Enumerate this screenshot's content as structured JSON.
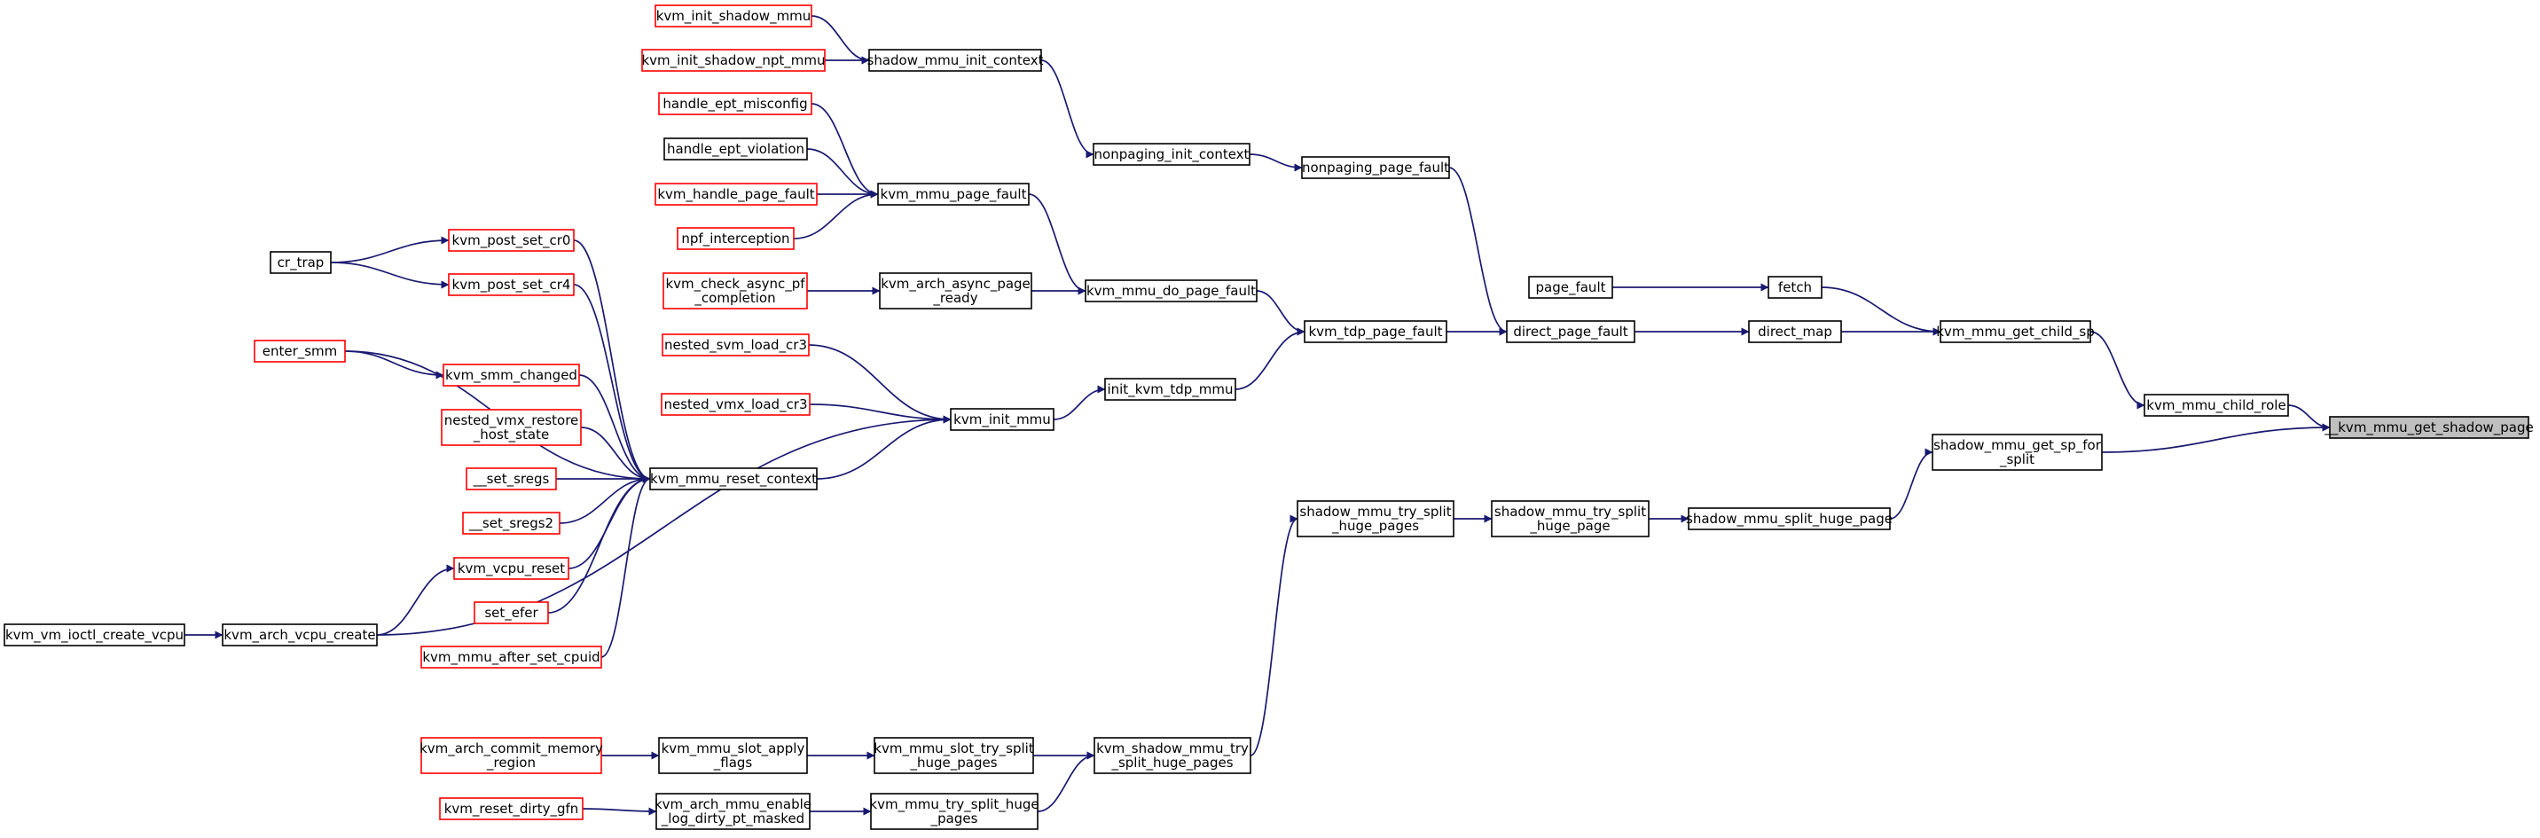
{
  "colors": {
    "edge": "#191970",
    "external_border": "#ff0000",
    "internal_border": "#000000",
    "focus_fill": "#bfbfbf",
    "node_fill": "#ffffff"
  },
  "nodes": [
    {
      "id": "get_shadow_page",
      "lines": [
        "__kvm_mmu_get_shadow_page"
      ],
      "kind": "focus"
    },
    {
      "id": "child_role",
      "lines": [
        "kvm_mmu_child_role"
      ],
      "kind": "internal"
    },
    {
      "id": "get_sp_for_split",
      "lines": [
        "shadow_mmu_get_sp_for",
        "_split"
      ],
      "kind": "internal"
    },
    {
      "id": "get_child_sp",
      "lines": [
        "kvm_mmu_get_child_sp"
      ],
      "kind": "internal"
    },
    {
      "id": "fetch",
      "lines": [
        "fetch"
      ],
      "kind": "internal"
    },
    {
      "id": "page_fault",
      "lines": [
        "page_fault"
      ],
      "kind": "internal"
    },
    {
      "id": "direct_map",
      "lines": [
        "direct_map"
      ],
      "kind": "internal"
    },
    {
      "id": "direct_page_fault",
      "lines": [
        "direct_page_fault"
      ],
      "kind": "internal"
    },
    {
      "id": "nonpaging_page_fault",
      "lines": [
        "nonpaging_page_fault"
      ],
      "kind": "internal"
    },
    {
      "id": "tdp_page_fault",
      "lines": [
        "kvm_tdp_page_fault"
      ],
      "kind": "internal"
    },
    {
      "id": "nonpaging_init_context",
      "lines": [
        "nonpaging_init_context"
      ],
      "kind": "internal"
    },
    {
      "id": "shadow_mmu_init_context",
      "lines": [
        "shadow_mmu_init_context"
      ],
      "kind": "internal"
    },
    {
      "id": "init_shadow_mmu",
      "lines": [
        "kvm_init_shadow_mmu"
      ],
      "kind": "external"
    },
    {
      "id": "init_shadow_npt_mmu",
      "lines": [
        "kvm_init_shadow_npt_mmu"
      ],
      "kind": "external"
    },
    {
      "id": "mmu_do_page_fault",
      "lines": [
        "kvm_mmu_do_page_fault"
      ],
      "kind": "internal"
    },
    {
      "id": "mmu_page_fault",
      "lines": [
        "kvm_mmu_page_fault"
      ],
      "kind": "internal"
    },
    {
      "id": "handle_ept_misconfig",
      "lines": [
        "handle_ept_misconfig"
      ],
      "kind": "external"
    },
    {
      "id": "handle_ept_violation",
      "lines": [
        "handle_ept_violation"
      ],
      "kind": "internal"
    },
    {
      "id": "handle_page_fault",
      "lines": [
        "kvm_handle_page_fault"
      ],
      "kind": "external"
    },
    {
      "id": "npf_interception",
      "lines": [
        "npf_interception"
      ],
      "kind": "external"
    },
    {
      "id": "arch_async_page_ready",
      "lines": [
        "kvm_arch_async_page",
        "_ready"
      ],
      "kind": "internal"
    },
    {
      "id": "check_async_pf",
      "lines": [
        "kvm_check_async_pf",
        "_completion"
      ],
      "kind": "external"
    },
    {
      "id": "init_kvm_tdp_mmu",
      "lines": [
        "init_kvm_tdp_mmu"
      ],
      "kind": "internal"
    },
    {
      "id": "init_mmu",
      "lines": [
        "kvm_init_mmu"
      ],
      "kind": "internal"
    },
    {
      "id": "nested_svm_load_cr3",
      "lines": [
        "nested_svm_load_cr3"
      ],
      "kind": "external"
    },
    {
      "id": "nested_vmx_load_cr3",
      "lines": [
        "nested_vmx_load_cr3"
      ],
      "kind": "external"
    },
    {
      "id": "mmu_reset_context",
      "lines": [
        "kvm_mmu_reset_context"
      ],
      "kind": "internal"
    },
    {
      "id": "post_set_cr0",
      "lines": [
        "kvm_post_set_cr0"
      ],
      "kind": "external"
    },
    {
      "id": "post_set_cr4",
      "lines": [
        "kvm_post_set_cr4"
      ],
      "kind": "external"
    },
    {
      "id": "cr_trap",
      "lines": [
        "cr_trap"
      ],
      "kind": "internal"
    },
    {
      "id": "enter_smm",
      "lines": [
        "enter_smm"
      ],
      "kind": "external"
    },
    {
      "id": "smm_changed",
      "lines": [
        "kvm_smm_changed"
      ],
      "kind": "external"
    },
    {
      "id": "nested_vmx_restore",
      "lines": [
        "nested_vmx_restore",
        "_host_state"
      ],
      "kind": "external"
    },
    {
      "id": "set_sregs",
      "lines": [
        "__set_sregs"
      ],
      "kind": "external"
    },
    {
      "id": "set_sregs2",
      "lines": [
        "__set_sregs2"
      ],
      "kind": "external"
    },
    {
      "id": "vcpu_reset",
      "lines": [
        "kvm_vcpu_reset"
      ],
      "kind": "external"
    },
    {
      "id": "set_efer",
      "lines": [
        "set_efer"
      ],
      "kind": "external"
    },
    {
      "id": "after_set_cpuid",
      "lines": [
        "kvm_mmu_after_set_cpuid"
      ],
      "kind": "external"
    },
    {
      "id": "arch_vcpu_create",
      "lines": [
        "kvm_arch_vcpu_create"
      ],
      "kind": "internal"
    },
    {
      "id": "vm_ioctl_create_vcpu",
      "lines": [
        "kvm_vm_ioctl_create_vcpu"
      ],
      "kind": "internal"
    },
    {
      "id": "split_huge_page",
      "lines": [
        "shadow_mmu_split_huge_page"
      ],
      "kind": "internal"
    },
    {
      "id": "try_split_huge_page",
      "lines": [
        "shadow_mmu_try_split",
        "_huge_page"
      ],
      "kind": "internal"
    },
    {
      "id": "try_split_huge_pages",
      "lines": [
        "shadow_mmu_try_split",
        "_huge_pages"
      ],
      "kind": "internal"
    },
    {
      "id": "shadow_mmu_try_split_huge_pages",
      "lines": [
        "kvm_shadow_mmu_try",
        "_split_huge_pages"
      ],
      "kind": "internal"
    },
    {
      "id": "slot_try_split",
      "lines": [
        "kvm_mmu_slot_try_split",
        "_huge_pages"
      ],
      "kind": "internal"
    },
    {
      "id": "try_split_huge_pages2",
      "lines": [
        "kvm_mmu_try_split_huge",
        "_pages"
      ],
      "kind": "internal"
    },
    {
      "id": "slot_apply_flags",
      "lines": [
        "kvm_mmu_slot_apply",
        "_flags"
      ],
      "kind": "internal"
    },
    {
      "id": "commit_memory_region",
      "lines": [
        "kvm_arch_commit_memory",
        "_region"
      ],
      "kind": "external"
    },
    {
      "id": "arch_mmu_enable_log",
      "lines": [
        "kvm_arch_mmu_enable",
        "_log_dirty_pt_masked"
      ],
      "kind": "internal"
    },
    {
      "id": "reset_dirty_gfn",
      "lines": [
        "kvm_reset_dirty_gfn"
      ],
      "kind": "external"
    }
  ],
  "edges": [
    [
      "child_role",
      "get_shadow_page"
    ],
    [
      "get_sp_for_split",
      "get_shadow_page"
    ],
    [
      "get_child_sp",
      "child_role"
    ],
    [
      "fetch",
      "get_child_sp"
    ],
    [
      "direct_map",
      "get_child_sp"
    ],
    [
      "page_fault",
      "fetch"
    ],
    [
      "direct_page_fault",
      "direct_map"
    ],
    [
      "nonpaging_page_fault",
      "direct_page_fault"
    ],
    [
      "tdp_page_fault",
      "direct_page_fault"
    ],
    [
      "nonpaging_init_context",
      "nonpaging_page_fault"
    ],
    [
      "shadow_mmu_init_context",
      "nonpaging_init_context"
    ],
    [
      "init_shadow_mmu",
      "shadow_mmu_init_context"
    ],
    [
      "init_shadow_npt_mmu",
      "shadow_mmu_init_context"
    ],
    [
      "mmu_do_page_fault",
      "tdp_page_fault"
    ],
    [
      "init_kvm_tdp_mmu",
      "tdp_page_fault"
    ],
    [
      "mmu_page_fault",
      "mmu_do_page_fault"
    ],
    [
      "arch_async_page_ready",
      "mmu_do_page_fault"
    ],
    [
      "handle_ept_misconfig",
      "mmu_page_fault"
    ],
    [
      "handle_ept_violation",
      "mmu_page_fault"
    ],
    [
      "handle_page_fault",
      "mmu_page_fault"
    ],
    [
      "npf_interception",
      "mmu_page_fault"
    ],
    [
      "check_async_pf",
      "arch_async_page_ready"
    ],
    [
      "init_mmu",
      "init_kvm_tdp_mmu"
    ],
    [
      "nested_svm_load_cr3",
      "init_mmu"
    ],
    [
      "nested_vmx_load_cr3",
      "init_mmu"
    ],
    [
      "mmu_reset_context",
      "init_mmu"
    ],
    [
      "arch_vcpu_create",
      "init_mmu"
    ],
    [
      "post_set_cr0",
      "mmu_reset_context"
    ],
    [
      "post_set_cr4",
      "mmu_reset_context"
    ],
    [
      "enter_smm",
      "mmu_reset_context"
    ],
    [
      "smm_changed",
      "mmu_reset_context"
    ],
    [
      "nested_vmx_restore",
      "mmu_reset_context"
    ],
    [
      "set_sregs",
      "mmu_reset_context"
    ],
    [
      "set_sregs2",
      "mmu_reset_context"
    ],
    [
      "vcpu_reset",
      "mmu_reset_context"
    ],
    [
      "set_efer",
      "mmu_reset_context"
    ],
    [
      "after_set_cpuid",
      "mmu_reset_context"
    ],
    [
      "cr_trap",
      "post_set_cr0"
    ],
    [
      "cr_trap",
      "post_set_cr4"
    ],
    [
      "enter_smm",
      "smm_changed"
    ],
    [
      "arch_vcpu_create",
      "vcpu_reset"
    ],
    [
      "vm_ioctl_create_vcpu",
      "arch_vcpu_create"
    ],
    [
      "split_huge_page",
      "get_sp_for_split"
    ],
    [
      "try_split_huge_page",
      "split_huge_page"
    ],
    [
      "try_split_huge_pages",
      "try_split_huge_page"
    ],
    [
      "shadow_mmu_try_split_huge_pages",
      "try_split_huge_pages"
    ],
    [
      "slot_try_split",
      "shadow_mmu_try_split_huge_pages"
    ],
    [
      "try_split_huge_pages2",
      "shadow_mmu_try_split_huge_pages"
    ],
    [
      "slot_apply_flags",
      "slot_try_split"
    ],
    [
      "commit_memory_region",
      "slot_apply_flags"
    ],
    [
      "arch_mmu_enable_log",
      "try_split_huge_pages2"
    ],
    [
      "reset_dirty_gfn",
      "arch_mmu_enable_log"
    ]
  ]
}
